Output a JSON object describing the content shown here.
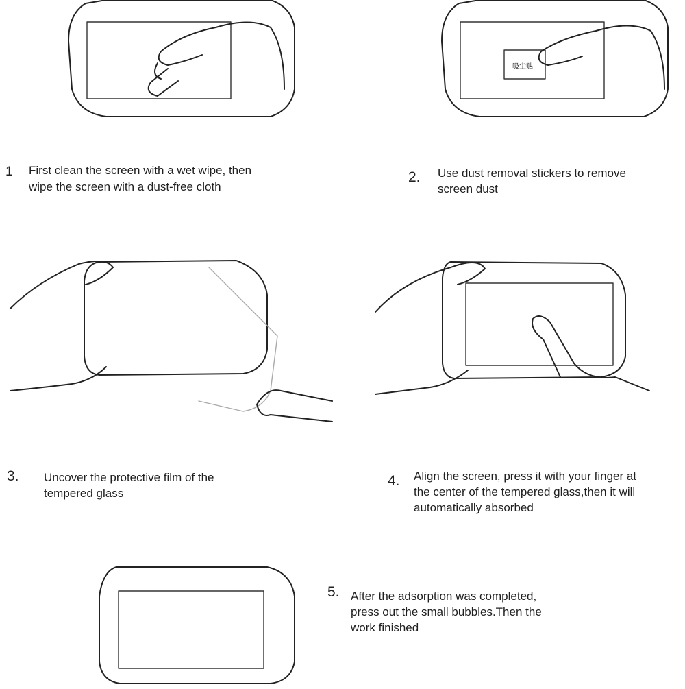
{
  "steps": [
    {
      "number": "1",
      "text_line1": "First clean the screen with a wet wipe, then",
      "text_line2": "wipe the screen with a dust-free cloth"
    },
    {
      "number": "2.",
      "text_line1": "Use dust removal stickers to remove",
      "text_line2": "screen dust",
      "sticker_label": "吸尘贴"
    },
    {
      "number": "3.",
      "text_line1": "Uncover the protective film of the",
      "text_line2": "tempered glass"
    },
    {
      "number": "4.",
      "text_line1": "Align the screen, press it with your finger at",
      "text_line2": "the center of the tempered glass,then it will",
      "text_line3": "automatically absorbed"
    },
    {
      "number": "5.",
      "text_line1": "After the adsorption was completed,",
      "text_line2": "press out the small bubbles.Then the",
      "text_line3": "work finished"
    }
  ],
  "colors": {
    "background": "#ffffff",
    "line": "#222222",
    "text": "#1f1f1f"
  }
}
